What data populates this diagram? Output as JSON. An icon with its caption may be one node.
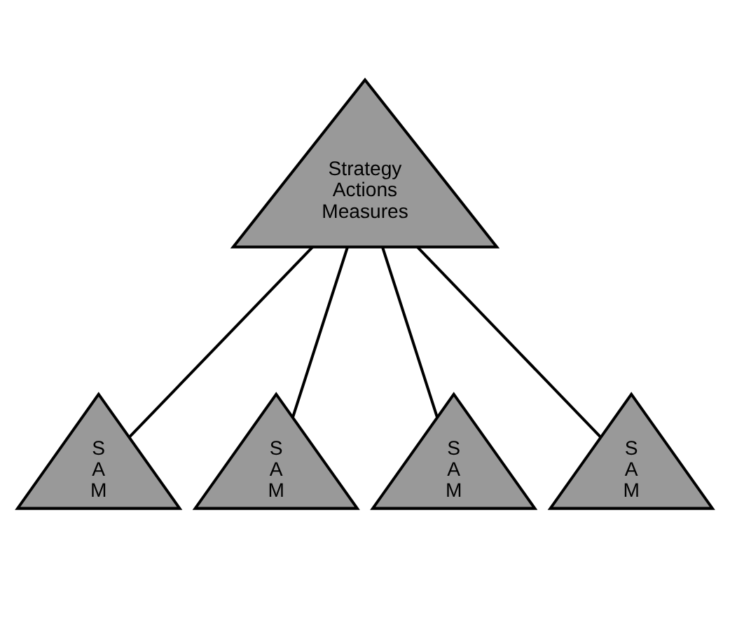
{
  "diagram": {
    "nodes": [
      {
        "text": [
          "Strategy",
          "Actions",
          "Measures"
        ]
      },
      {
        "text": [
          "S",
          "A",
          "M"
        ]
      },
      {
        "text": [
          "S",
          "A",
          "M"
        ]
      },
      {
        "text": [
          "S",
          "A",
          "M"
        ]
      },
      {
        "text": [
          "S",
          "A",
          "M"
        ]
      }
    ],
    "edges": [
      {
        "from": 0,
        "to": 1,
        "arrow": "none"
      },
      {
        "from": 0,
        "to": 2,
        "arrow": "none"
      },
      {
        "from": 0,
        "to": 3,
        "arrow": "none"
      },
      {
        "from": 0,
        "to": 4,
        "arrow": "none"
      }
    ]
  }
}
